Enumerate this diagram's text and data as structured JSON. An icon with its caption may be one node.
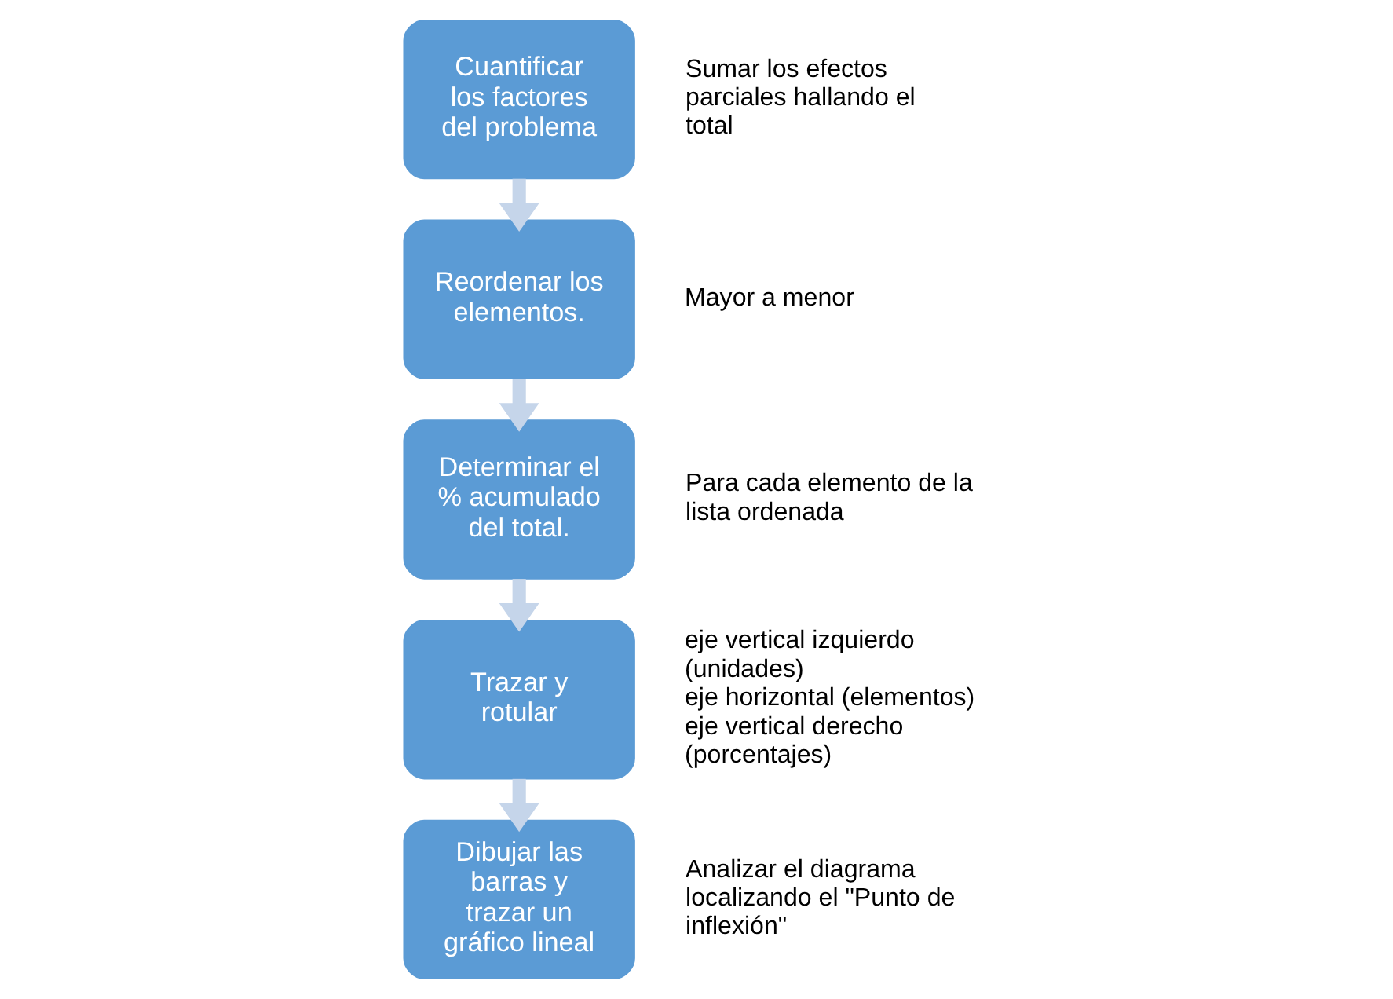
{
  "diagram": {
    "nodes": [
      {
        "text": [
          "Cuantificar los factores del problema"
        ],
        "beside": [
          "Sumar los efectos parciales hallando el total"
        ]
      },
      {
        "text": [
          "Reordenar los elementos."
        ],
        "beside": [
          "Mayor a menor"
        ]
      },
      {
        "text": [
          "Determinar el % acumulado del total."
        ],
        "beside": [
          "Para cada elemento de la lista ordenada"
        ]
      },
      {
        "text": [
          "Trazar y rotular"
        ],
        "beside": [
          "eje vertical izquierdo (unidades)",
          "eje horizontal (elementos)",
          "eje vertical derecho (porcentajes)"
        ]
      },
      {
        "text": [
          "Dibujar las barras y trazar un gráfico lineal"
        ],
        "beside": [
          "Analizar el diagrama localizando el \"Punto de inflexión\""
        ]
      }
    ],
    "edges": [
      {
        "from": 0,
        "to": 1,
        "arrow": "to"
      },
      {
        "from": 1,
        "to": 2,
        "arrow": "to"
      },
      {
        "from": 2,
        "to": 3,
        "arrow": "to"
      },
      {
        "from": 3,
        "to": 4,
        "arrow": "to"
      }
    ]
  }
}
